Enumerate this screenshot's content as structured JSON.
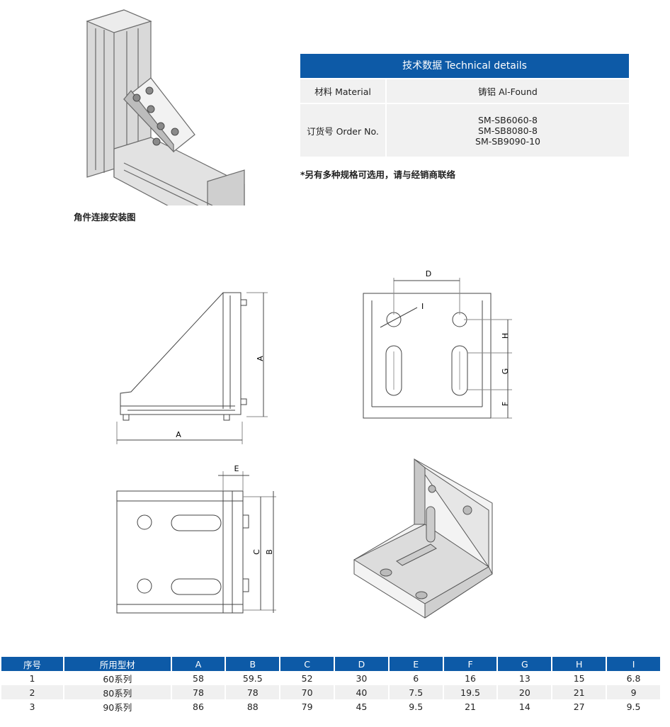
{
  "tech": {
    "header": "技术数据 Technical details",
    "material_label": "材料 Material",
    "material_value": "铸铝 Al-Found",
    "order_label": "订货号 Order No.",
    "order_values": [
      "SM-SB6060-8",
      "SM-SB8080-8",
      "SM-SB9090-10"
    ]
  },
  "note": "*另有多种规格可选用，请与经销商联络",
  "caption": "角件连接安装图",
  "dims": {
    "A": "A",
    "B": "B",
    "C": "C",
    "D": "D",
    "E": "E",
    "F": "F",
    "G": "G",
    "H": "H",
    "I": "I"
  },
  "spec": {
    "headers": [
      "序号",
      "所用型材",
      "A",
      "B",
      "C",
      "D",
      "E",
      "F",
      "G",
      "H",
      "I"
    ],
    "rows": [
      [
        "1",
        "60系列",
        "58",
        "59.5",
        "52",
        "30",
        "6",
        "16",
        "13",
        "15",
        "6.8"
      ],
      [
        "2",
        "80系列",
        "78",
        "78",
        "70",
        "40",
        "7.5",
        "19.5",
        "20",
        "21",
        "9"
      ],
      [
        "3",
        "90系列",
        "86",
        "88",
        "79",
        "45",
        "9.5",
        "21",
        "14",
        "27",
        "9.5"
      ]
    ]
  }
}
